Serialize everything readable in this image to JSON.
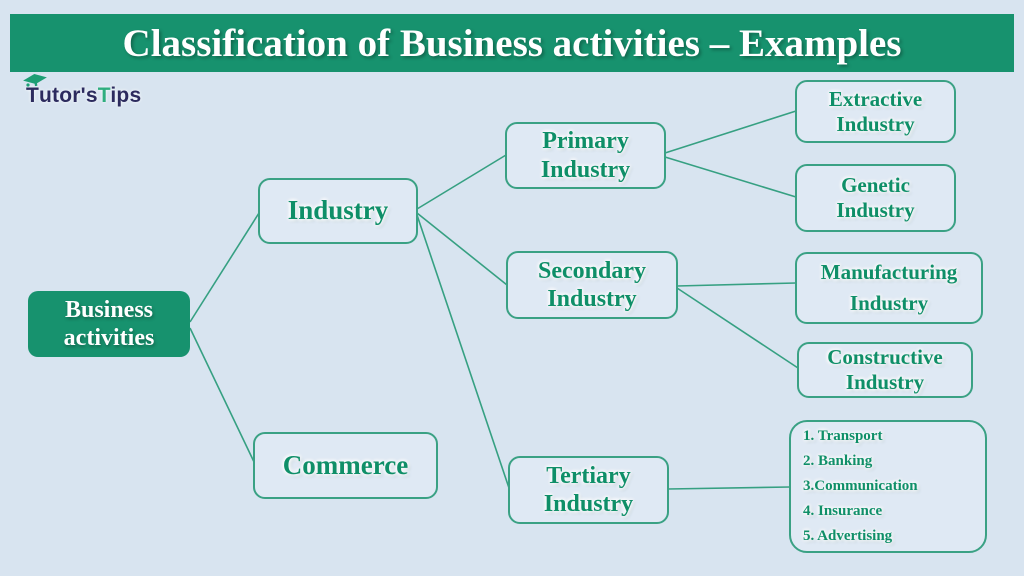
{
  "title": "Classification of Business activities – Examples",
  "logo": {
    "word1_initial": "T",
    "word1_rest": "utor's",
    "word2_initial": "T",
    "word2_rest": "ips"
  },
  "colors": {
    "banner_green": "#17926e",
    "node_border_green": "#3aa184",
    "node_text_green": "#0f8f68",
    "connector_green": "#36a082",
    "background_blue": "#d8e4f0",
    "node_fill_blue": "#dfe9f4",
    "logo_navy": "#2c2b5e",
    "logo_green": "#2fae7f"
  },
  "nodes": {
    "business": {
      "lines": [
        "Business",
        "activities"
      ]
    },
    "industry": {
      "label": "Industry"
    },
    "commerce": {
      "label": "Commerce"
    },
    "primary": {
      "lines": [
        "Primary",
        "Industry"
      ]
    },
    "secondary": {
      "lines": [
        "Secondary",
        "Industry"
      ]
    },
    "tertiary": {
      "lines": [
        "Tertiary",
        "Industry"
      ]
    },
    "extractive": {
      "lines": [
        "Extractive",
        "Industry"
      ]
    },
    "genetic": {
      "lines": [
        "Genetic",
        "Industry"
      ]
    },
    "manufacturing": {
      "lines": [
        "Manufacturing",
        "Industry"
      ]
    },
    "constructive": {
      "lines": [
        "Constructive",
        "Industry"
      ]
    }
  },
  "tertiary_examples": [
    "1. Transport",
    "2. Banking",
    "3.Communication",
    "4. Insurance",
    "5. Advertising"
  ],
  "edges": [
    [
      "business",
      "industry"
    ],
    [
      "business",
      "commerce"
    ],
    [
      "industry",
      "primary"
    ],
    [
      "industry",
      "secondary"
    ],
    [
      "industry",
      "tertiary"
    ],
    [
      "primary",
      "extractive"
    ],
    [
      "primary",
      "genetic"
    ],
    [
      "secondary",
      "manufacturing"
    ],
    [
      "secondary",
      "constructive"
    ],
    [
      "tertiary",
      "services-list"
    ]
  ]
}
